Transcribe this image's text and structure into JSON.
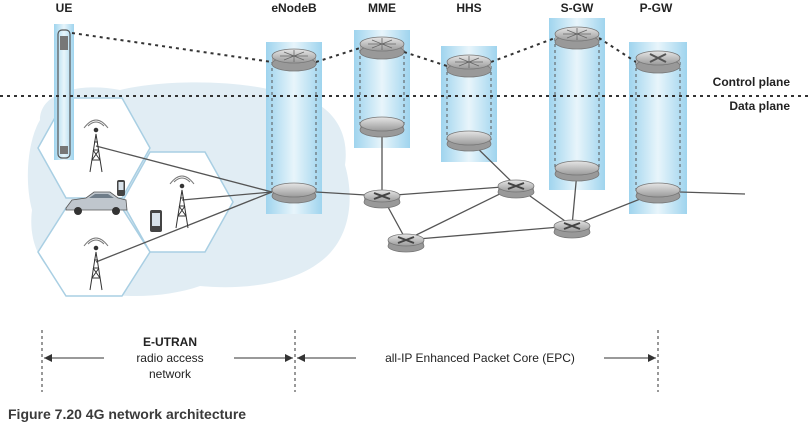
{
  "headers": {
    "ue": "UE",
    "enodeb": "eNodeB",
    "mme": "MME",
    "hhs": "HHS",
    "sgw": "S-GW",
    "pgw": "P-GW"
  },
  "planes": {
    "control": "Control plane",
    "data": "Data plane"
  },
  "sections": {
    "eutran_title": "E-UTRAN",
    "eutran_line2": "radio access",
    "eutran_line3": "network",
    "epc": "all-IP Enhanced Packet Core (EPC)"
  },
  "caption": "Figure 7.20 4G network architecture",
  "colors": {
    "column_fill": "#bfe3f3",
    "ran_cloud": "#e1edf4",
    "device_fill": "#c9c9c9",
    "line": "#555555"
  }
}
